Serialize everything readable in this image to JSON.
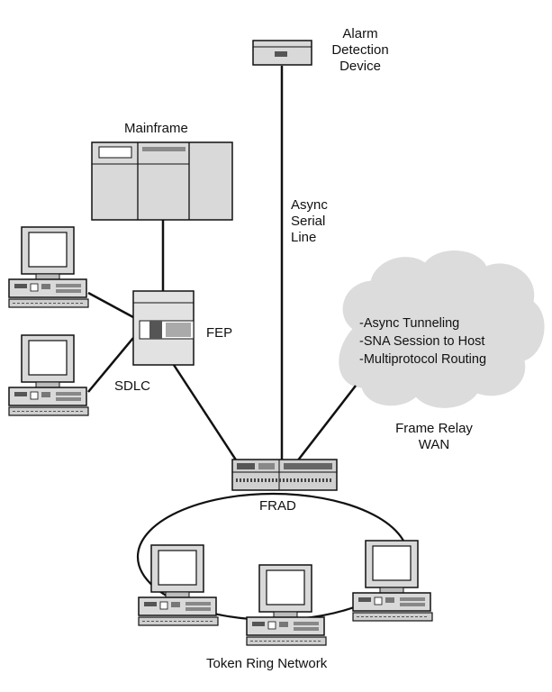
{
  "labels": {
    "alarm": [
      "Alarm",
      "Detection",
      "Device"
    ],
    "mainframe": "Mainframe",
    "async_serial": [
      "Async",
      "Serial",
      "Line"
    ],
    "fep": "FEP",
    "sdlc": "SDLC",
    "frad": "FRAD",
    "frame_relay": [
      "Frame Relay",
      "WAN"
    ],
    "token_ring": "Token Ring Network"
  },
  "cloud_items": [
    "-Async Tunneling",
    "-SNA Session to Host",
    "-Multiprotocol Routing"
  ],
  "colors": {
    "device_fill": "#d9d9d9",
    "device_dark": "#8a8a8a",
    "line": "#111111",
    "cloud": "#dcdcdc"
  }
}
